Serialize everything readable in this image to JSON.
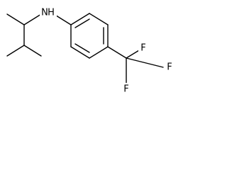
{
  "molecule": {
    "atoms": {
      "nitrogen": "N",
      "hydrogen": "H",
      "fluorine_top": "F",
      "fluorine_right": "F",
      "fluorine_left": "F"
    }
  },
  "colors": {
    "bond": "#000000",
    "background": "#ffffff"
  }
}
